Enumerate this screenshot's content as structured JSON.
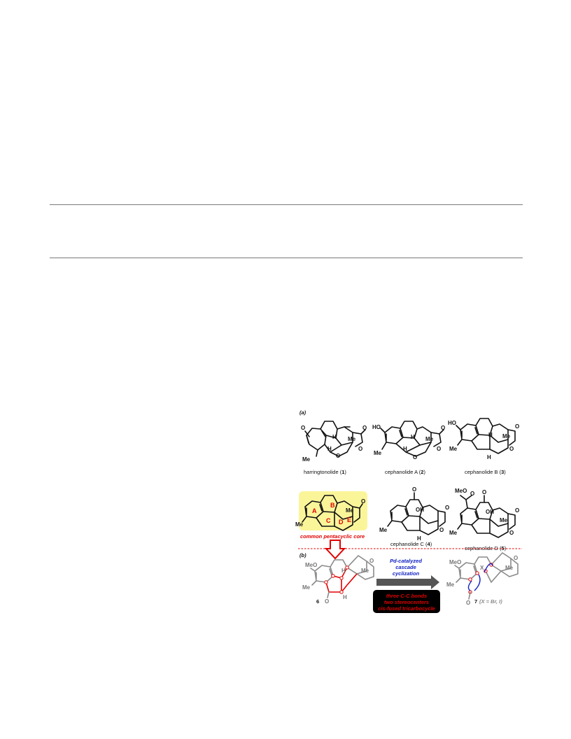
{
  "figure": {
    "panel_a_label": "(a)",
    "panel_b_label": "(b)",
    "compounds": [
      {
        "name": "harringtonolide (",
        "num": "1",
        "close": ")"
      },
      {
        "name": "cephanolide A (",
        "num": "2",
        "close": ")"
      },
      {
        "name": "cephanolide B (",
        "num": "3",
        "close": ")"
      },
      {
        "name": "cephanolide C (",
        "num": "4",
        "close": ")"
      },
      {
        "name": "cephanolide D (",
        "num": "5",
        "close": ")"
      }
    ],
    "core": {
      "rings": [
        "A",
        "B",
        "C",
        "D",
        "E"
      ],
      "caption": "common pentacyclic core",
      "highlight_color": "#fbf59a"
    },
    "atoms": {
      "O": "O",
      "Me": "Me",
      "H": "H",
      "HO": "HO",
      "OH": "OH",
      "MeO": "MeO",
      "X": "X"
    },
    "cascade": {
      "title_lines": [
        "Pd-catalyzed",
        "cascade",
        "cyclization"
      ],
      "box_lines": [
        "three C-C bonds",
        "two stereocenters",
        "cis-fused tricarbocycle"
      ]
    },
    "compound6_num": "6",
    "compound7_num": "7",
    "compound7_note": "(X = Br, I)",
    "colors": {
      "accent_red": "#e00000",
      "accent_blue": "#1020c0",
      "arrow_gray": "#555555"
    }
  }
}
